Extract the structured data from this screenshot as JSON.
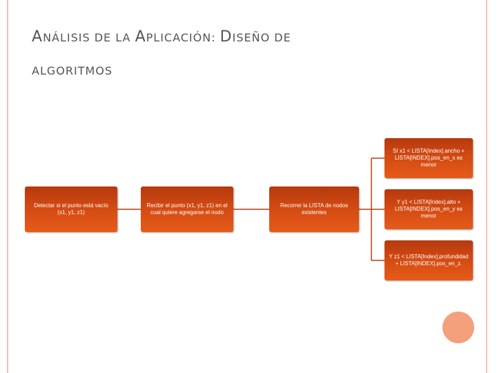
{
  "title": {
    "line1_cap1": "A",
    "line1_rest1": "NÁLISIS DE LA ",
    "line1_cap2": "A",
    "line1_rest2": "PLICACIÓN: ",
    "line1_cap3": "D",
    "line1_rest3": "ISEÑO DE",
    "line2": "ALGORITMOS"
  },
  "nodes": {
    "detect": "Detectar si el punto está vacío (x1, y1, z1)",
    "receive": "Recibir el punto (x1, y1, z1) en el cual quiere agregarse el nodo",
    "iterate": "Recorrer la LISTA de nodos existentes",
    "cond_x": "SI x1 < LISTA[Index].ancho + LISTA[INDEX].pos_en_x es menor",
    "cond_y": "Y y1 < LISTA[Index].alto + LISTA[INDEX].pos_en_y es menor",
    "cond_z": "Y z1 < LISTA[Index].profundidad + LISTA[INDEX].pos_en_z."
  },
  "colors": {
    "box": "#d24a12",
    "connector": "#b83d10",
    "accent": "#f4a07c"
  }
}
